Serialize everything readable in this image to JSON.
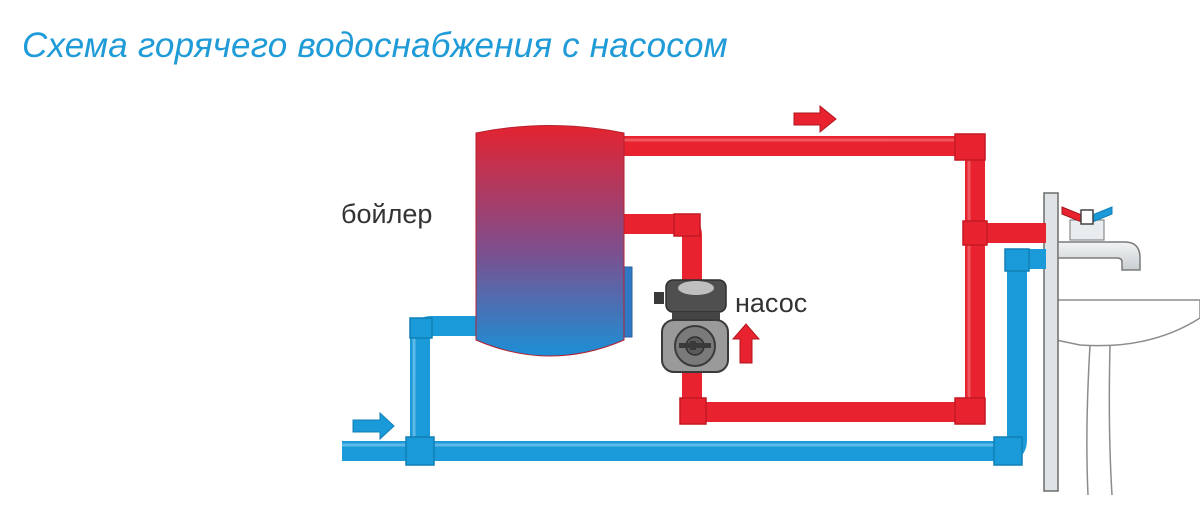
{
  "title": "Схема горячего водоснабжения с насосом",
  "labels": {
    "boiler": "бойлер",
    "pump": "насос"
  },
  "colors": {
    "title": "#1f9bd7",
    "hot_pipe": "#e8232f",
    "cold_pipe": "#1a9ad9",
    "pump_body": "#4f4f4f",
    "fixture": "#d8dcde",
    "label_text": "#333333"
  },
  "icons": {
    "flow_arrow_hot": "arrow-right-icon",
    "flow_arrow_cold": "arrow-right-icon",
    "pump_flow": "arrow-up-icon",
    "tap": "faucet-icon"
  }
}
